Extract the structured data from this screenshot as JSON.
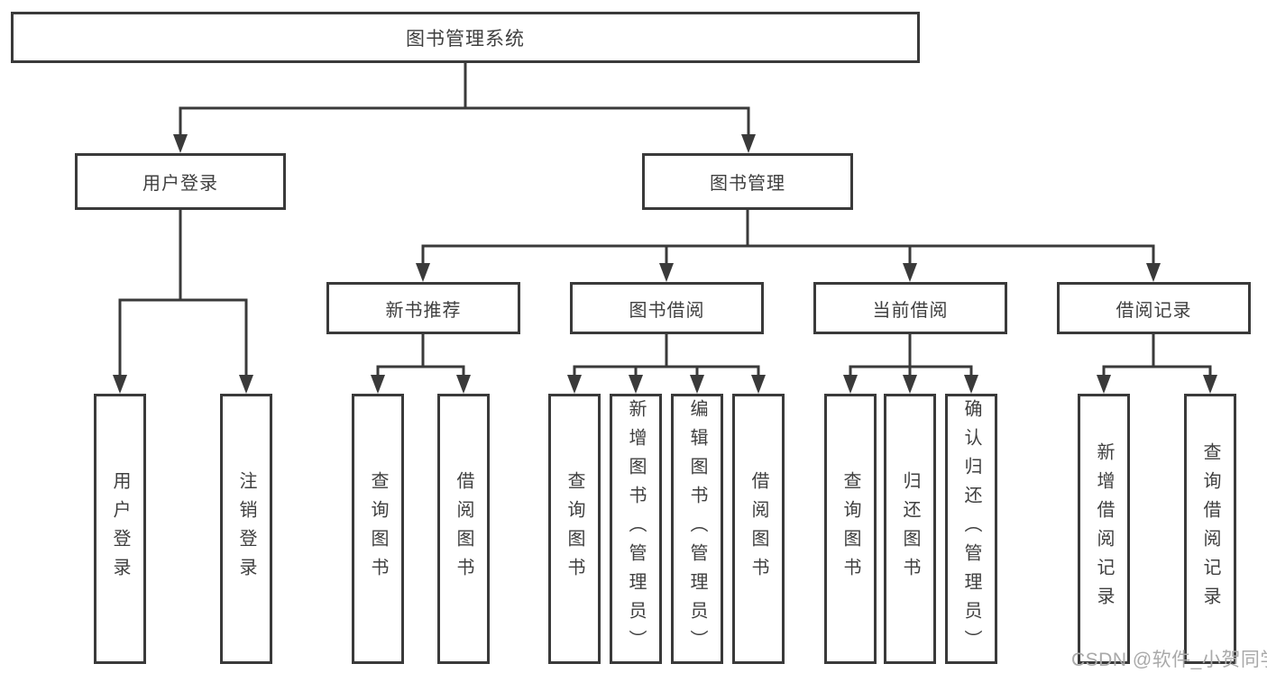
{
  "diagram": {
    "root": {
      "label": "图书管理系统"
    },
    "level2": [
      {
        "label": "用户登录"
      },
      {
        "label": "图书管理"
      }
    ],
    "level3": [
      {
        "label": "新书推荐"
      },
      {
        "label": "图书借阅"
      },
      {
        "label": "当前借阅"
      },
      {
        "label": "借阅记录"
      }
    ],
    "leaves": {
      "user_login": [
        {
          "label": "用户登录"
        },
        {
          "label": "注销登录"
        }
      ],
      "new_books": [
        {
          "label": "查询图书"
        },
        {
          "label": "借阅图书"
        }
      ],
      "book_borrow": [
        {
          "label": "查询图书"
        },
        {
          "label": "新增图书（管理员）"
        },
        {
          "label": "编辑图书（管理员）"
        },
        {
          "label": "借阅图书"
        }
      ],
      "current_borrow": [
        {
          "label": "查询图书"
        },
        {
          "label": "归还图书"
        },
        {
          "label": "确认归还（管理员）"
        }
      ],
      "borrow_records": [
        {
          "label": "新增借阅记录"
        },
        {
          "label": "查询借阅记录"
        }
      ]
    }
  },
  "watermark": {
    "text": "CSDN @软件_小贺同学"
  },
  "colors": {
    "line": "#3a3a3a",
    "text": "#3f3f3f",
    "background": "#ffffff",
    "watermark": "#a9a9a9"
  }
}
